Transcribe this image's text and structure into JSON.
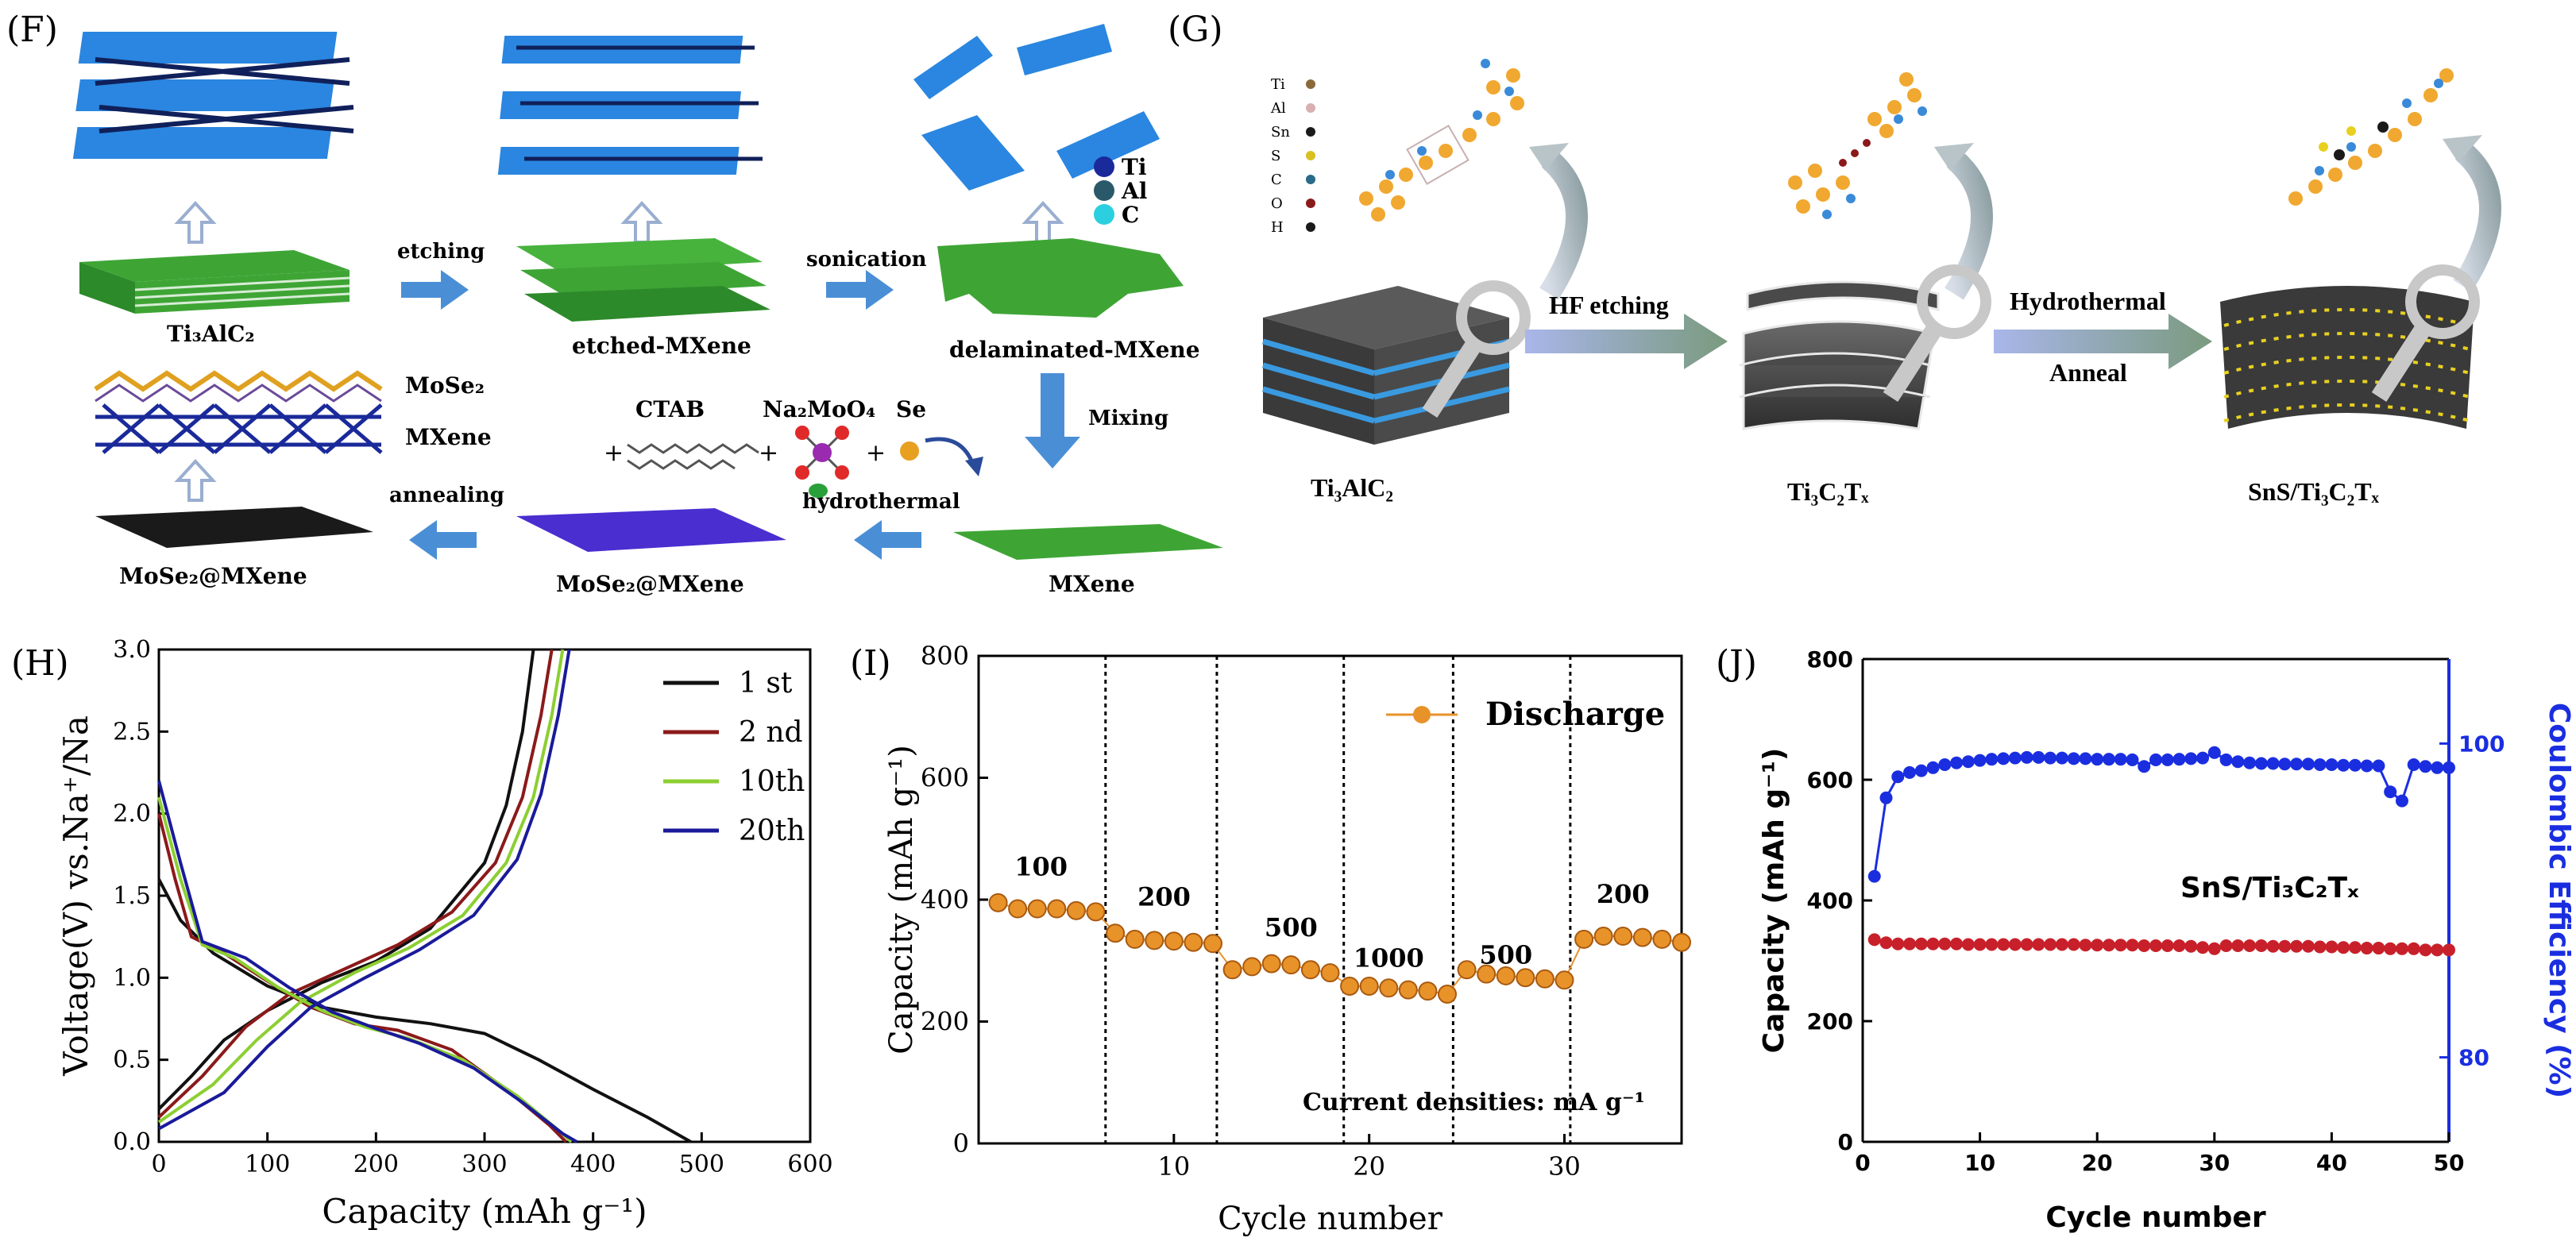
{
  "panels": {
    "F": {
      "label": "(F)",
      "steps": {
        "etching": "etching",
        "sonication": "sonication",
        "mixing": "Mixing",
        "annealing": "annealing",
        "hydrothermal": "hydrothermal"
      },
      "materials": {
        "max": "Ti₃AlC₂",
        "etched": "etched-MXene",
        "delaminated": "delaminated-MXene",
        "mxene": "MXene",
        "mose2_mxene_purple": "MoSe₂@MXene",
        "mose2_mxene_black": "MoSe₂@MXene",
        "layer_top": "MoSe₂",
        "layer_bottom": "MXene"
      },
      "reagents": [
        "CTAB",
        "Na₂MoO₄",
        "Se"
      ],
      "plus": "+",
      "legend": [
        "Ti",
        "Al",
        "C"
      ],
      "colors": {
        "sheet": "#3ea535",
        "arrow": "#4a8fd6",
        "crystal": "#1a6fd6",
        "purple": "#4a2ed0"
      }
    },
    "G": {
      "label": "(G)",
      "steps": {
        "hf": "HF etching",
        "hydrothermal": "Hydrothermal",
        "anneal": "Anneal"
      },
      "materials": {
        "max": "Ti₃AlC₂",
        "mxene": "Ti₃C₂Tₓ",
        "composite": "SnS/Ti₃C₂Tₓ"
      },
      "legend": [
        "Ti",
        "Al",
        "Sn",
        "S",
        "C",
        "O",
        "H"
      ]
    },
    "H": {
      "label": "(H)",
      "chart_data": {
        "type": "line",
        "xlabel": "Capacity (mAh g⁻¹)",
        "ylabel": "Voltage(V) vs.Na⁺/Na",
        "xlim": [
          0,
          600
        ],
        "ylim": [
          0,
          3.0
        ],
        "xticks": [
          "0",
          "100",
          "200",
          "300",
          "400",
          "500",
          "600"
        ],
        "yticks": [
          "0.0",
          "0.5",
          "1.0",
          "1.5",
          "2.0",
          "2.5",
          "3.0"
        ],
        "legend_position": "top-right",
        "series": [
          {
            "name": "1 st",
            "color": "#111111",
            "discharge": [
              [
                0,
                1.6
              ],
              [
                20,
                1.35
              ],
              [
                50,
                1.15
              ],
              [
                100,
                0.95
              ],
              [
                150,
                0.82
              ],
              [
                200,
                0.76
              ],
              [
                250,
                0.72
              ],
              [
                300,
                0.66
              ],
              [
                350,
                0.5
              ],
              [
                400,
                0.32
              ],
              [
                450,
                0.15
              ],
              [
                490,
                0.0
              ]
            ],
            "charge": [
              [
                0,
                0.2
              ],
              [
                30,
                0.4
              ],
              [
                60,
                0.62
              ],
              [
                100,
                0.8
              ],
              [
                150,
                0.97
              ],
              [
                200,
                1.1
              ],
              [
                250,
                1.3
              ],
              [
                300,
                1.7
              ],
              [
                320,
                2.05
              ],
              [
                335,
                2.5
              ],
              [
                345,
                3.0
              ]
            ]
          },
          {
            "name": "2 nd",
            "color": "#8b1a1a",
            "discharge": [
              [
                0,
                2.0
              ],
              [
                15,
                1.6
              ],
              [
                30,
                1.25
              ],
              [
                60,
                1.15
              ],
              [
                100,
                0.98
              ],
              [
                140,
                0.82
              ],
              [
                180,
                0.72
              ],
              [
                220,
                0.68
              ],
              [
                270,
                0.56
              ],
              [
                320,
                0.32
              ],
              [
                360,
                0.1
              ],
              [
                375,
                0.0
              ]
            ],
            "charge": [
              [
                0,
                0.15
              ],
              [
                40,
                0.4
              ],
              [
                80,
                0.7
              ],
              [
                120,
                0.9
              ],
              [
                170,
                1.05
              ],
              [
                220,
                1.2
              ],
              [
                270,
                1.4
              ],
              [
                310,
                1.7
              ],
              [
                335,
                2.1
              ],
              [
                352,
                2.6
              ],
              [
                362,
                3.0
              ]
            ]
          },
          {
            "name": "10th",
            "color": "#8ccf32",
            "discharge": [
              [
                0,
                2.1
              ],
              [
                20,
                1.6
              ],
              [
                40,
                1.2
              ],
              [
                70,
                1.12
              ],
              [
                110,
                0.94
              ],
              [
                150,
                0.8
              ],
              [
                190,
                0.7
              ],
              [
                230,
                0.63
              ],
              [
                280,
                0.5
              ],
              [
                330,
                0.28
              ],
              [
                370,
                0.06
              ],
              [
                380,
                0.0
              ]
            ],
            "charge": [
              [
                0,
                0.12
              ],
              [
                50,
                0.35
              ],
              [
                90,
                0.62
              ],
              [
                130,
                0.85
              ],
              [
                180,
                1.03
              ],
              [
                230,
                1.18
              ],
              [
                280,
                1.38
              ],
              [
                320,
                1.7
              ],
              [
                345,
                2.1
              ],
              [
                362,
                2.6
              ],
              [
                372,
                3.0
              ]
            ]
          },
          {
            "name": "20th",
            "color": "#1a1a9a",
            "discharge": [
              [
                0,
                2.2
              ],
              [
                20,
                1.7
              ],
              [
                40,
                1.22
              ],
              [
                80,
                1.12
              ],
              [
                120,
                0.94
              ],
              [
                160,
                0.79
              ],
              [
                200,
                0.69
              ],
              [
                240,
                0.6
              ],
              [
                290,
                0.45
              ],
              [
                335,
                0.24
              ],
              [
                372,
                0.05
              ],
              [
                385,
                0.0
              ]
            ],
            "charge": [
              [
                0,
                0.08
              ],
              [
                60,
                0.3
              ],
              [
                100,
                0.58
              ],
              [
                140,
                0.82
              ],
              [
                190,
                1.0
              ],
              [
                240,
                1.17
              ],
              [
                290,
                1.38
              ],
              [
                330,
                1.72
              ],
              [
                352,
                2.12
              ],
              [
                368,
                2.6
              ],
              [
                378,
                3.0
              ]
            ]
          }
        ]
      }
    },
    "I": {
      "label": "(I)",
      "annotation": "Current densities: mA g⁻¹",
      "chart_data": {
        "type": "scatter",
        "xlabel": "Cycle number",
        "ylabel": "Capacity (mAh g⁻¹)",
        "xlim": [
          0,
          36
        ],
        "ylim": [
          0,
          800
        ],
        "xticks": [
          "10",
          "20",
          "30"
        ],
        "yticks": [
          "0",
          "200",
          "400",
          "600",
          "800"
        ],
        "legend_position": "top-right",
        "series": [
          {
            "name": "Discharge",
            "color": "#e8922a",
            "x": [
              1,
              2,
              3,
              4,
              5,
              6,
              7,
              8,
              9,
              10,
              11,
              12,
              13,
              14,
              15,
              16,
              17,
              18,
              19,
              20,
              21,
              22,
              23,
              24,
              25,
              26,
              27,
              28,
              29,
              30,
              31,
              32,
              33,
              34,
              35,
              36
            ],
            "y": [
              395,
              385,
              385,
              385,
              382,
              380,
              345,
              335,
              333,
              332,
              330,
              328,
              285,
              290,
              295,
              293,
              285,
              280,
              258,
              258,
              255,
              252,
              250,
              245,
              285,
              278,
              275,
              272,
              270,
              268,
              335,
              340,
              340,
              338,
              335,
              330
            ]
          }
        ],
        "rate_dividers": [
          6.5,
          12.2,
          18.7,
          24.3,
          30.3
        ],
        "rate_labels": [
          {
            "text": "100",
            "x": 3.2,
            "y": 440
          },
          {
            "text": "200",
            "x": 9.5,
            "y": 390
          },
          {
            "text": "500",
            "x": 16,
            "y": 340
          },
          {
            "text": "1000",
            "x": 21,
            "y": 290
          },
          {
            "text": "500",
            "x": 27,
            "y": 295
          },
          {
            "text": "200",
            "x": 33,
            "y": 395
          }
        ]
      }
    },
    "J": {
      "label": "(J)",
      "annotation": "SnS/Ti₃C₂Tₓ",
      "chart_data": {
        "type": "scatter",
        "xlabel": "Cycle number",
        "ylabel": "Capacity (mAh g⁻¹)",
        "y2label": "Coulombic Efficiency (%)",
        "xlim": [
          0,
          50
        ],
        "ylim": [
          0,
          800
        ],
        "y2ticks": [
          {
            "label": "80",
            "y": 140
          },
          {
            "label": "100",
            "y": 660
          }
        ],
        "xticks": [
          "0",
          "10",
          "20",
          "30",
          "40",
          "50"
        ],
        "yticks": [
          "0",
          "200",
          "400",
          "600",
          "800"
        ],
        "series": [
          {
            "name": "Capacity",
            "color": "#c8202a",
            "x": [
              1,
              2,
              3,
              4,
              5,
              6,
              7,
              8,
              9,
              10,
              11,
              12,
              13,
              14,
              15,
              16,
              17,
              18,
              19,
              20,
              21,
              22,
              23,
              24,
              25,
              26,
              27,
              28,
              29,
              30,
              31,
              32,
              33,
              34,
              35,
              36,
              37,
              38,
              39,
              40,
              41,
              42,
              43,
              44,
              45,
              46,
              47,
              48,
              49,
              50
            ],
            "y": [
              335,
              330,
              328,
              328,
              328,
              328,
              328,
              328,
              327,
              327,
              327,
              327,
              327,
              327,
              327,
              327,
              327,
              327,
              326,
              326,
              326,
              326,
              326,
              325,
              325,
              325,
              325,
              324,
              322,
              320,
              325,
              325,
              325,
              325,
              324,
              324,
              324,
              324,
              323,
              323,
              322,
              322,
              321,
              321,
              320,
              320,
              320,
              318,
              318,
              318
            ]
          },
          {
            "name": "Coulombic Efficiency",
            "color": "#1a2ee0",
            "x": [
              1,
              2,
              3,
              4,
              5,
              6,
              7,
              8,
              9,
              10,
              11,
              12,
              13,
              14,
              15,
              16,
              17,
              18,
              19,
              20,
              21,
              22,
              23,
              24,
              25,
              26,
              27,
              28,
              29,
              30,
              31,
              32,
              33,
              34,
              35,
              36,
              37,
              38,
              39,
              40,
              41,
              42,
              43,
              44,
              45,
              46,
              47,
              48,
              49,
              50
            ],
            "y": [
              440,
              570,
              605,
              612,
              615,
              620,
              625,
              628,
              630,
              632,
              634,
              635,
              636,
              637,
              637,
              636,
              636,
              635,
              635,
              634,
              634,
              634,
              633,
              622,
              633,
              633,
              634,
              635,
              636,
              645,
              633,
              630,
              628,
              627,
              627,
              626,
              626,
              626,
              625,
              625,
              624,
              624,
              623,
              623,
              580,
              565,
              625,
              622,
              620,
              620
            ]
          }
        ]
      }
    }
  }
}
